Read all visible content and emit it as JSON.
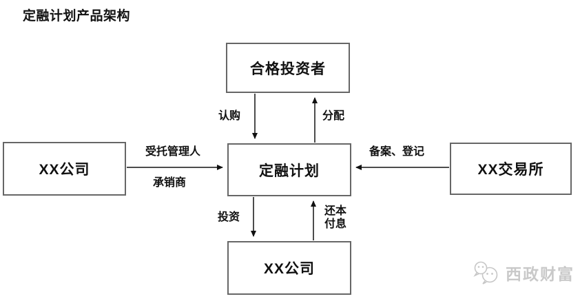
{
  "page": {
    "title": "定融计划产品架构"
  },
  "nodes": {
    "investors": {
      "label": "合格投资者"
    },
    "plan": {
      "label": "定融计划"
    },
    "left_company": {
      "label": "XX公司"
    },
    "exchange": {
      "label": "XX交易所"
    },
    "bottom_company": {
      "label": "XX公司"
    }
  },
  "edges": {
    "subscribe": {
      "label": "认购",
      "from": "合格投资者",
      "to": "定融计划"
    },
    "distribute": {
      "label": "分配",
      "from": "定融计划",
      "to": "合格投资者"
    },
    "trustee": {
      "label_top": "受托管理人",
      "label_bottom": "承销商",
      "from": "XX公司",
      "to": "定融计划"
    },
    "filing": {
      "label": "备案、登记",
      "from": "XX交易所",
      "to": "定融计划"
    },
    "invest": {
      "label": "投资",
      "from": "定融计划",
      "to": "XX公司"
    },
    "repay": {
      "label_line1": "还本",
      "label_line2": "付息",
      "from": "XX公司",
      "to": "定融计划"
    }
  },
  "watermark": {
    "icon": "wechat-icon",
    "text": "西政财富"
  },
  "colors": {
    "box_border": "#666666",
    "arrow": "#111111",
    "text": "#111111",
    "watermark_gray": "#c9c9c9"
  }
}
